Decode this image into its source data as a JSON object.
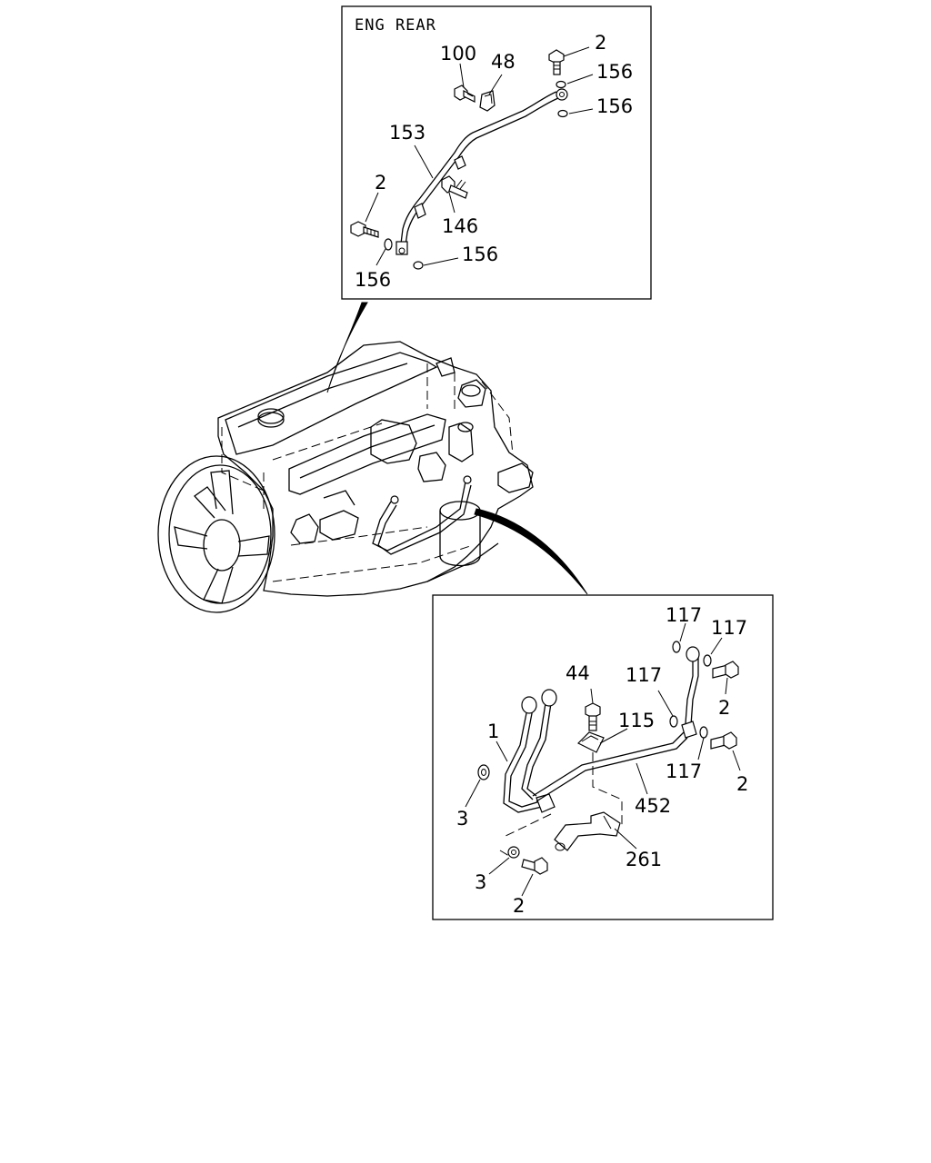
{
  "diagram": {
    "top_callout": {
      "title": "ENG REAR",
      "labels": {
        "p100": "100",
        "p48": "48",
        "p2a": "2",
        "p156a": "156",
        "p156b": "156",
        "p153": "153",
        "p2b": "2",
        "p146": "146",
        "p156c": "156",
        "p156d": "156"
      }
    },
    "bottom_callout": {
      "labels": {
        "p117a": "117",
        "p117b": "117",
        "p44": "44",
        "p117c": "117",
        "p115": "115",
        "p2a": "2",
        "p1": "1",
        "p117d": "117",
        "p2b": "2",
        "p3a": "3",
        "p452": "452",
        "p261": "261",
        "p3b": "3",
        "p2c": "2"
      }
    }
  }
}
